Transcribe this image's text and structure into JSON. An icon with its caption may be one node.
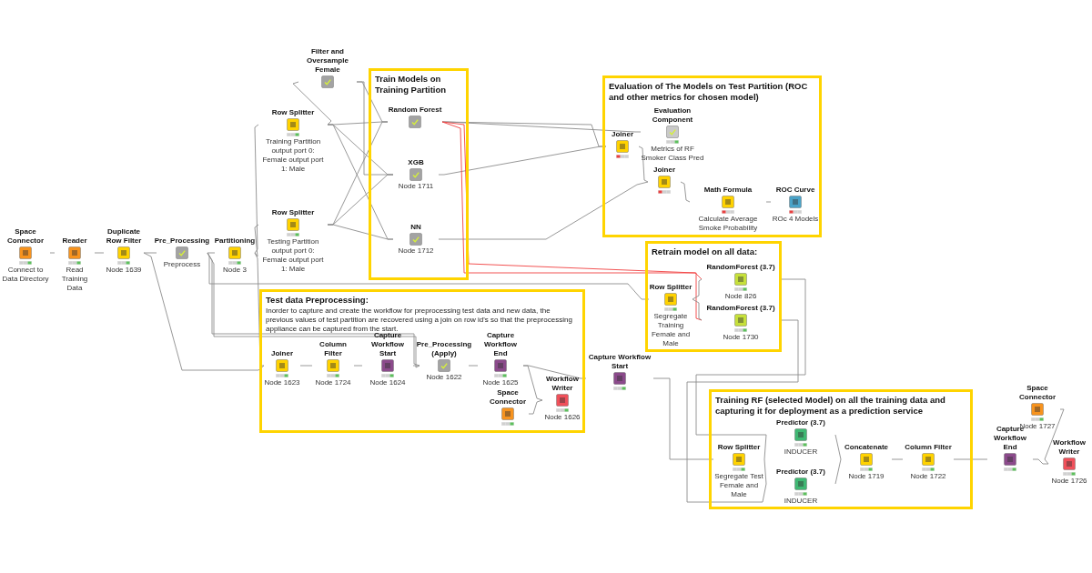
{
  "diagram": {
    "nodes": [
      {
        "text": [
          "Train Models on Training Partition"
        ]
      },
      {
        "text": [
          "Evaluation of The Models on Test Partition (ROC and other metrics for chosen model)"
        ]
      },
      {
        "text": [
          "Retrain model on all data:"
        ]
      },
      {
        "text": [
          "Test data Preprocessing:",
          "Inorder to capture and create the workflow for preprocessing test data and new data, the previous values of test partition are recovered using a join on row id's so that the preprocessing appliance can be captured from the start."
        ]
      },
      {
        "text": [
          "Training RF (selected Model) on all the training data and capturing it for deployment as a prediction service"
        ]
      },
      {
        "text": [
          "Space Connector",
          "Connect to Data Directory"
        ]
      },
      {
        "text": [
          "Reader",
          "Read Training Data"
        ]
      },
      {
        "text": [
          "Duplicate Row Filter",
          "Node 1639"
        ]
      },
      {
        "text": [
          "Pre_Processing",
          "Preprocess"
        ]
      },
      {
        "text": [
          "Partitioning",
          "Node 3"
        ]
      },
      {
        "text": [
          "Filter and Oversample Female"
        ]
      },
      {
        "text": [
          "Row Splitter",
          "Training Partition output port 0: Female output port 1: Male"
        ]
      },
      {
        "text": [
          "Row Splitter",
          "Testing Partition output port 0: Female output port 1: Male"
        ]
      },
      {
        "text": [
          "Random Forest"
        ],
        "in": 0
      },
      {
        "text": [
          "XGB",
          "Node 1711"
        ],
        "in": 0
      },
      {
        "text": [
          "NN",
          "Node 1712"
        ],
        "in": 0
      },
      {
        "text": [
          "Evaluation Component",
          "Metrics of RF Smoker Class Pred"
        ],
        "in": 1
      },
      {
        "text": [
          "Joiner"
        ],
        "in": 1
      },
      {
        "text": [
          "Joiner"
        ],
        "in": 1
      },
      {
        "text": [
          "Math Formula",
          "Calculate Average Smoke Probability"
        ],
        "in": 1
      },
      {
        "text": [
          "ROC Curve",
          "ROc 4 Models"
        ],
        "in": 1
      },
      {
        "text": [
          "RandomForest (3.7)",
          "Node 826"
        ],
        "in": 2
      },
      {
        "text": [
          "Row Splitter",
          "Segregate Training Female and Male"
        ],
        "in": 2
      },
      {
        "text": [
          "RandomForest (3.7)",
          "Node 1730"
        ],
        "in": 2
      },
      {
        "text": [
          "Joiner",
          "Node 1623"
        ],
        "in": 3
      },
      {
        "text": [
          "Column Filter",
          "Node 1724"
        ],
        "in": 3
      },
      {
        "text": [
          "Capture Workflow Start",
          "Node 1624"
        ],
        "in": 3
      },
      {
        "text": [
          "Pre_Processing (Apply)",
          "Node 1622"
        ],
        "in": 3
      },
      {
        "text": [
          "Capture Workflow End",
          "Node 1625"
        ],
        "in": 3
      },
      {
        "text": [
          "Space Connector"
        ],
        "in": 3
      },
      {
        "text": [
          "Workflow Writer",
          "Node 1626"
        ],
        "in": 3
      },
      {
        "text": [
          "Capture Workflow Start"
        ]
      },
      {
        "text": [
          "Row Splitter",
          "Segregate Test Female and Male"
        ],
        "in": 4
      },
      {
        "text": [
          "Predictor (3.7)",
          "INDUCER"
        ],
        "in": 4
      },
      {
        "text": [
          "Predictor (3.7)",
          "INDUCER"
        ],
        "in": 4
      },
      {
        "text": [
          "Concatenate",
          "Node 1719"
        ],
        "in": 4
      },
      {
        "text": [
          "Column Filter",
          "Node 1722"
        ],
        "in": 4
      },
      {
        "text": [
          "Capture Workflow End"
        ]
      },
      {
        "text": [
          "Space Connector",
          "Node 1727"
        ]
      },
      {
        "text": [
          "Workflow Writer",
          "Node 1726"
        ]
      }
    ],
    "edges": [
      {
        "from": 5,
        "to": 6,
        "arrow": "none"
      },
      {
        "from": 6,
        "to": 7,
        "arrow": "none"
      },
      {
        "from": 7,
        "to": 8,
        "arrow": "none"
      },
      {
        "from": 8,
        "to": 9,
        "arrow": "none"
      },
      {
        "from": 9,
        "to": 11,
        "arrow": "none"
      },
      {
        "from": 9,
        "to": 12,
        "arrow": "none"
      },
      {
        "from": 11,
        "to": 10,
        "arrow": "none"
      },
      {
        "from": 10,
        "to": 13,
        "arrow": "none"
      },
      {
        "from": 10,
        "to": 14,
        "arrow": "none"
      },
      {
        "from": 11,
        "to": 13,
        "arrow": "none"
      },
      {
        "from": 11,
        "to": 14,
        "arrow": "none"
      },
      {
        "from": 11,
        "to": 15,
        "arrow": "none"
      },
      {
        "from": 12,
        "to": 13,
        "arrow": "none"
      },
      {
        "from": 12,
        "to": 14,
        "arrow": "none"
      },
      {
        "from": 12,
        "to": 15,
        "arrow": "none"
      },
      {
        "from": 13,
        "to": 16,
        "arrow": "none"
      },
      {
        "from": 13,
        "to": 17,
        "arrow": "none"
      },
      {
        "from": 14,
        "to": 17,
        "arrow": "none"
      },
      {
        "from": 15,
        "to": 18,
        "arrow": "none"
      },
      {
        "from": 17,
        "to": 18,
        "arrow": "none"
      },
      {
        "from": 18,
        "to": 19,
        "arrow": "none"
      },
      {
        "from": 19,
        "to": 20,
        "arrow": "none"
      },
      {
        "from": 13,
        "to": 21,
        "arrow": "none",
        "color": "#f04040"
      },
      {
        "from": 13,
        "to": 23,
        "arrow": "none",
        "color": "#f04040"
      },
      {
        "from": 8,
        "to": 22,
        "arrow": "none"
      },
      {
        "from": 22,
        "to": 21,
        "arrow": "none"
      },
      {
        "from": 22,
        "to": 23,
        "arrow": "none"
      },
      {
        "from": 8,
        "to": 27,
        "arrow": "none"
      },
      {
        "from": 8,
        "to": 27,
        "arrow": "none"
      },
      {
        "from": 9,
        "to": 24,
        "arrow": "none"
      },
      {
        "from": 7,
        "to": 24,
        "arrow": "none"
      },
      {
        "from": 24,
        "to": 25,
        "arrow": "none"
      },
      {
        "from": 25,
        "to": 26,
        "arrow": "none"
      },
      {
        "from": 26,
        "to": 27,
        "arrow": "none"
      },
      {
        "from": 27,
        "to": 28,
        "arrow": "none"
      },
      {
        "from": 28,
        "to": 31,
        "arrow": "none"
      },
      {
        "from": 28,
        "to": 30,
        "arrow": "none"
      },
      {
        "from": 29,
        "to": 30,
        "arrow": "none"
      },
      {
        "from": 31,
        "to": 32,
        "arrow": "none"
      },
      {
        "from": 21,
        "to": 33,
        "arrow": "none"
      },
      {
        "from": 23,
        "to": 34,
        "arrow": "none"
      },
      {
        "from": 32,
        "to": 33,
        "arrow": "none"
      },
      {
        "from": 32,
        "to": 34,
        "arrow": "none"
      },
      {
        "from": 33,
        "to": 35,
        "arrow": "none"
      },
      {
        "from": 34,
        "to": 35,
        "arrow": "none"
      },
      {
        "from": 35,
        "to": 36,
        "arrow": "none"
      },
      {
        "from": 36,
        "to": 37,
        "arrow": "none"
      },
      {
        "from": 37,
        "to": 39,
        "arrow": "none"
      },
      {
        "from": 38,
        "to": 39,
        "arrow": "none"
      }
    ]
  }
}
